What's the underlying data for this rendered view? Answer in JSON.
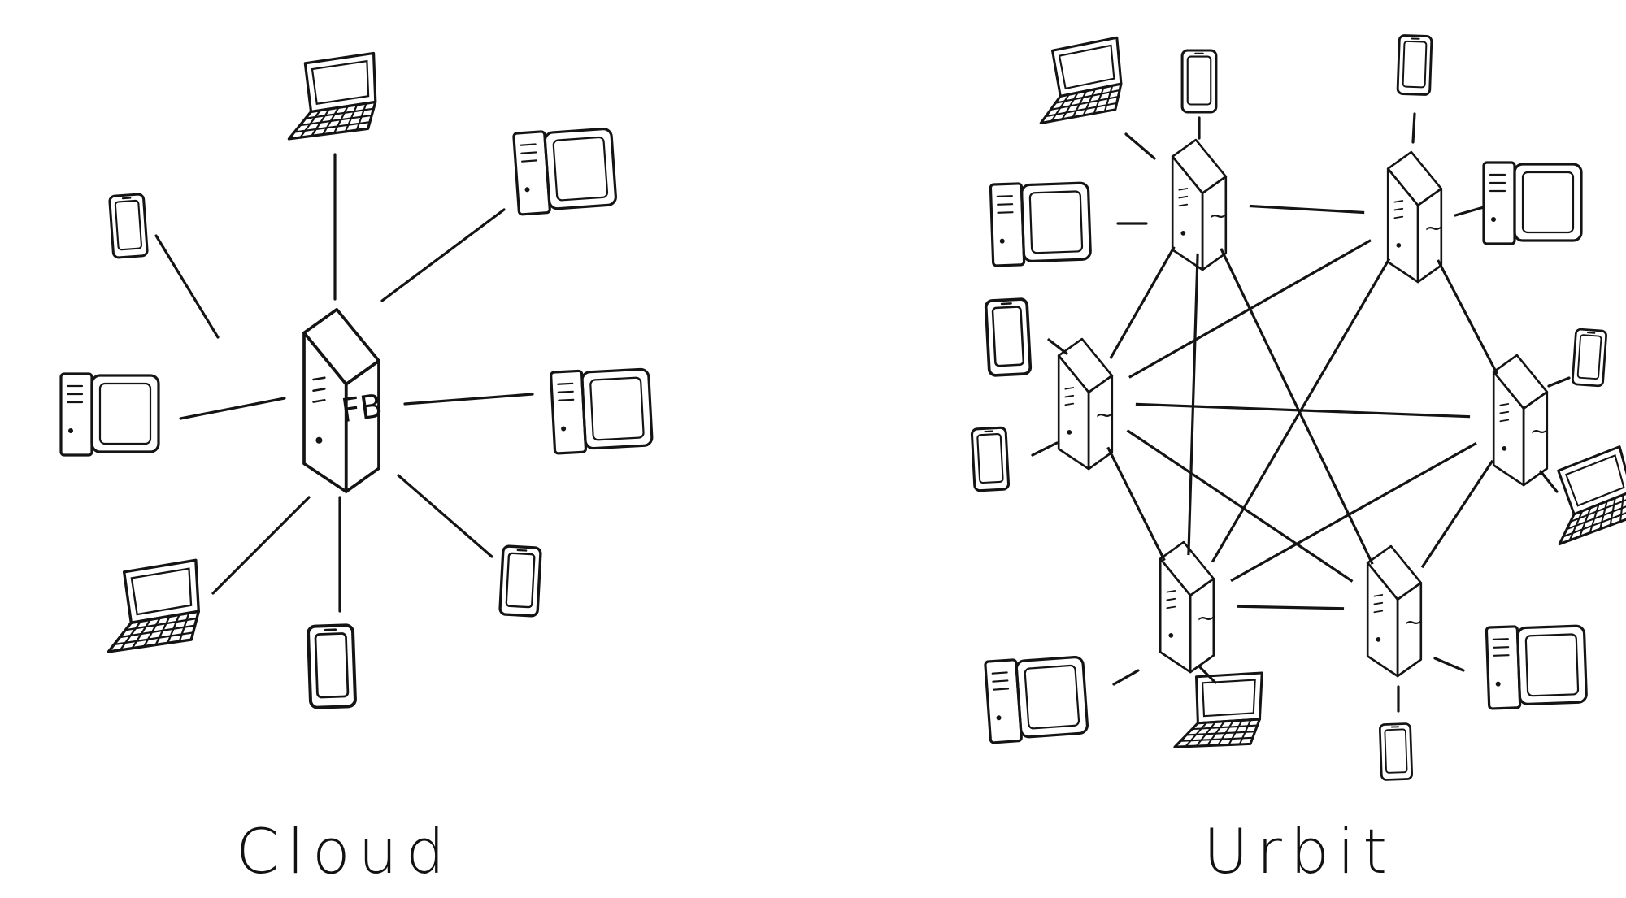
{
  "diagrams": [
    {
      "caption": "Cloud",
      "hub_label": "FB"
    },
    {
      "caption": "Urbit",
      "node_mark": "~"
    }
  ]
}
